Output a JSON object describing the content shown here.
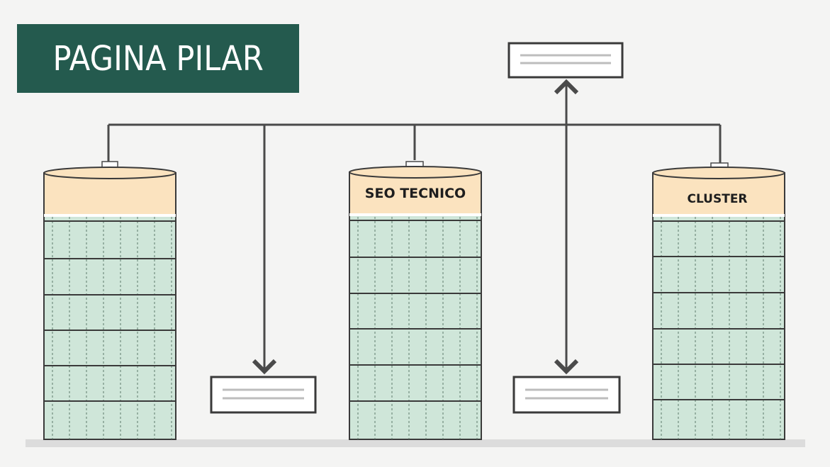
{
  "title": "PAGINA PILAR",
  "cylinders": [
    {
      "label": ""
    },
    {
      "label": "SEO TECNICO"
    },
    {
      "label": "CLUSTER"
    }
  ],
  "colors": {
    "title_bg": "#245a4e",
    "cap": "#fbe3bf",
    "body": "#cfe6d9",
    "line": "#4a4a4a"
  }
}
